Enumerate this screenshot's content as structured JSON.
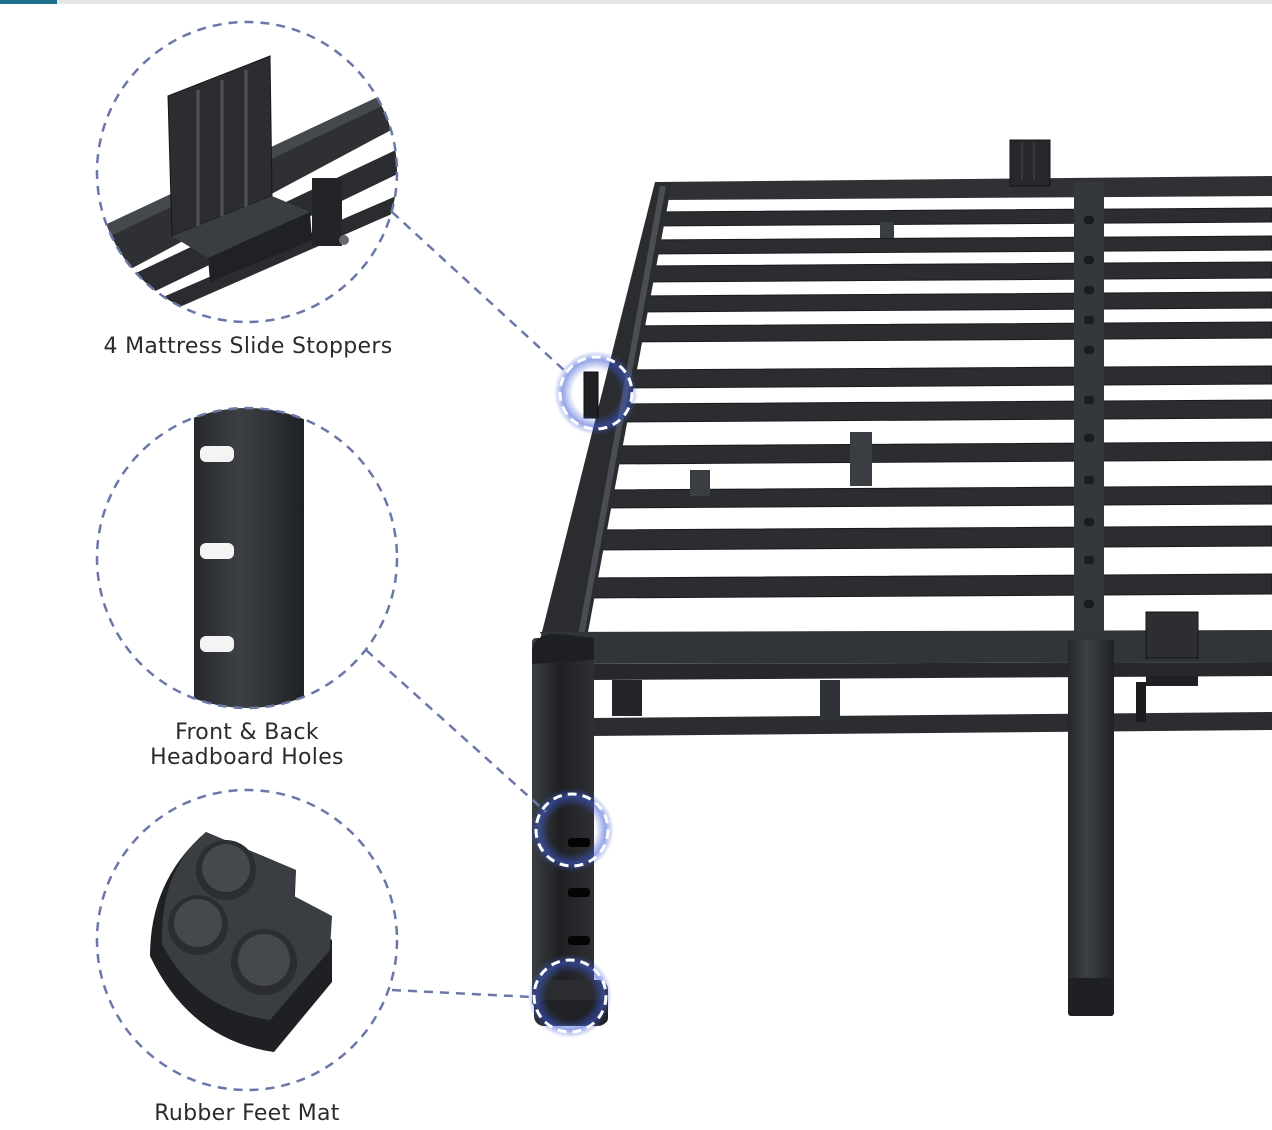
{
  "progress": 0.045,
  "colors": {
    "progress_track": "#e3e5e8",
    "progress_fill": "#1f6f8b",
    "callout_dash": "#6a78a8",
    "highlight_glow": "#3d5bd6",
    "metal": "#2c2e31",
    "label_text": "#2b2b2b"
  },
  "features": [
    {
      "lines": [
        "4 Mattress Slide Stoppers"
      ]
    },
    {
      "lines": [
        "Front & Back",
        "Headboard Holes"
      ]
    },
    {
      "lines": [
        "Rubber Feet Mat"
      ]
    }
  ]
}
